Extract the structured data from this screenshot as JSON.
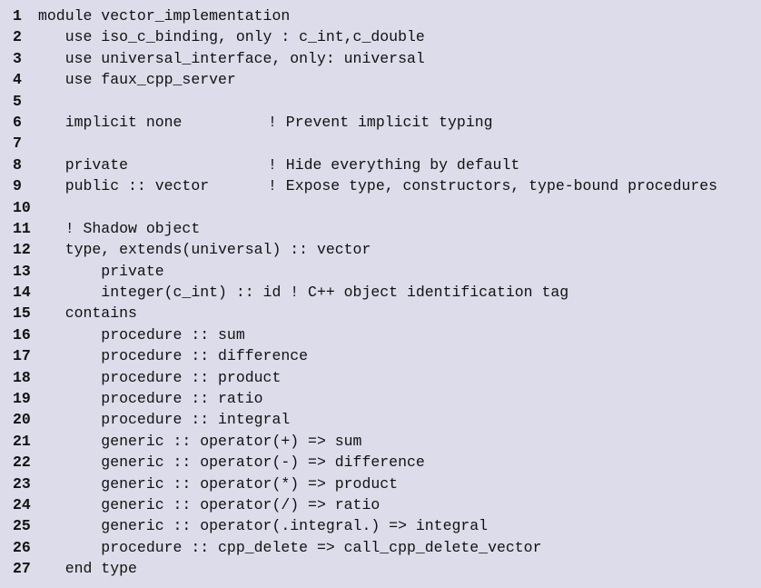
{
  "listing": {
    "lines": [
      {
        "number": "1",
        "code": "module vector_implementation",
        "comment": ""
      },
      {
        "number": "2",
        "code": "   use iso_c_binding, only : c_int,c_double",
        "comment": ""
      },
      {
        "number": "3",
        "code": "   use universal_interface, only: universal",
        "comment": ""
      },
      {
        "number": "4",
        "code": "   use faux_cpp_server",
        "comment": ""
      },
      {
        "number": "5",
        "code": "",
        "comment": ""
      },
      {
        "number": "6",
        "code": "   implicit none",
        "comment": "! Prevent implicit typing"
      },
      {
        "number": "7",
        "code": "",
        "comment": ""
      },
      {
        "number": "8",
        "code": "   private",
        "comment": "! Hide everything by default"
      },
      {
        "number": "9",
        "code": "   public :: vector",
        "comment": "! Expose type, constructors, type-bound procedures"
      },
      {
        "number": "10",
        "code": "",
        "comment": ""
      },
      {
        "number": "11",
        "code": "   ! Shadow object",
        "comment": ""
      },
      {
        "number": "12",
        "code": "   type, extends(universal) :: vector",
        "comment": ""
      },
      {
        "number": "13",
        "code": "       private",
        "comment": ""
      },
      {
        "number": "14",
        "code": "       integer(c_int) :: id ! C++ object identification tag",
        "comment": ""
      },
      {
        "number": "15",
        "code": "   contains",
        "comment": ""
      },
      {
        "number": "16",
        "code": "       procedure :: sum",
        "comment": ""
      },
      {
        "number": "17",
        "code": "       procedure :: difference",
        "comment": ""
      },
      {
        "number": "18",
        "code": "       procedure :: product",
        "comment": ""
      },
      {
        "number": "19",
        "code": "       procedure :: ratio",
        "comment": ""
      },
      {
        "number": "20",
        "code": "       procedure :: integral",
        "comment": ""
      },
      {
        "number": "21",
        "code": "       generic :: operator(+) => sum",
        "comment": ""
      },
      {
        "number": "22",
        "code": "       generic :: operator(-) => difference",
        "comment": ""
      },
      {
        "number": "23",
        "code": "       generic :: operator(*) => product",
        "comment": ""
      },
      {
        "number": "24",
        "code": "       generic :: operator(/) => ratio",
        "comment": ""
      },
      {
        "number": "25",
        "code": "       generic :: operator(.integral.) => integral",
        "comment": ""
      },
      {
        "number": "26",
        "code": "       procedure :: cpp_delete => call_cpp_delete_vector",
        "comment": ""
      },
      {
        "number": "27",
        "code": "   end type",
        "comment": ""
      }
    ]
  }
}
